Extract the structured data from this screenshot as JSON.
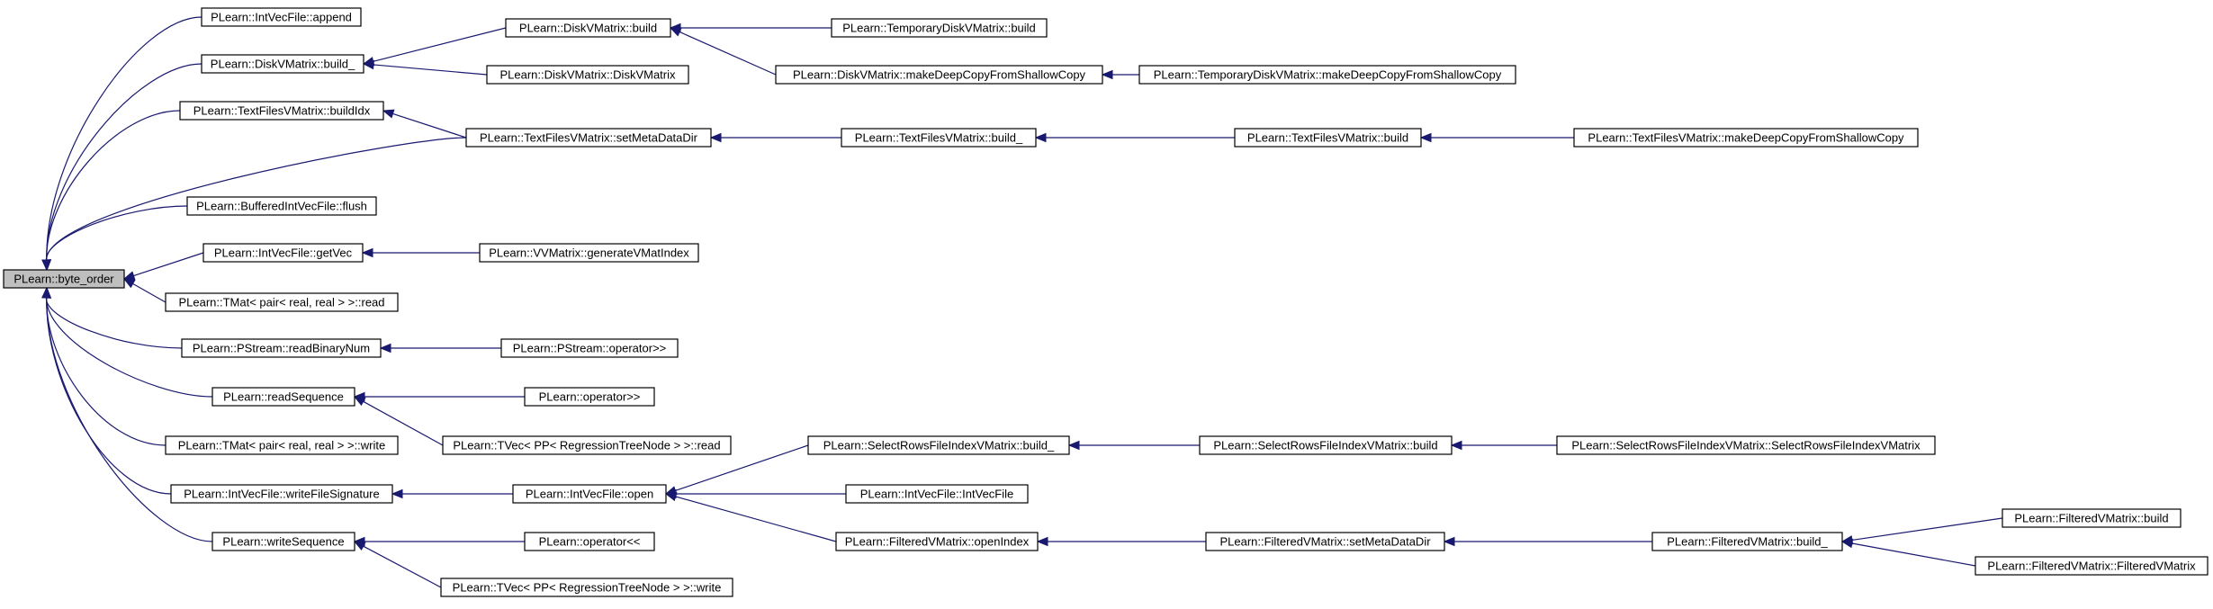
{
  "graph": {
    "nodes": [
      {
        "id": "root",
        "label": "PLearn::byte_order",
        "root": true
      },
      {
        "id": "n1",
        "label": "PLearn::IntVecFile::append"
      },
      {
        "id": "n2",
        "label": "PLearn::DiskVMatrix::build_"
      },
      {
        "id": "n3",
        "label": "PLearn::TextFilesVMatrix::buildIdx"
      },
      {
        "id": "n4",
        "label": "PLearn::BufferedIntVecFile::flush"
      },
      {
        "id": "n5",
        "label": "PLearn::IntVecFile::getVec"
      },
      {
        "id": "n6",
        "label": "PLearn::TMat< pair< real, real > >::read"
      },
      {
        "id": "n7",
        "label": "PLearn::PStream::readBinaryNum"
      },
      {
        "id": "n8",
        "label": "PLearn::readSequence"
      },
      {
        "id": "n9",
        "label": "PLearn::TMat< pair< real, real > >::write"
      },
      {
        "id": "n10",
        "label": "PLearn::IntVecFile::writeFileSignature"
      },
      {
        "id": "n11",
        "label": "PLearn::writeSequence"
      },
      {
        "id": "n12",
        "label": "PLearn::DiskVMatrix::build"
      },
      {
        "id": "n13",
        "label": "PLearn::DiskVMatrix::DiskVMatrix"
      },
      {
        "id": "n14",
        "label": "PLearn::TextFilesVMatrix::setMetaDataDir"
      },
      {
        "id": "n15",
        "label": "PLearn::VVMatrix::generateVMatIndex"
      },
      {
        "id": "n16",
        "label": "PLearn::PStream::operator>>"
      },
      {
        "id": "n17",
        "label": "PLearn::operator>>"
      },
      {
        "id": "n18",
        "label": "PLearn::TVec< PP< RegressionTreeNode > >::read"
      },
      {
        "id": "n19",
        "label": "PLearn::IntVecFile::open"
      },
      {
        "id": "n20",
        "label": "PLearn::operator<<"
      },
      {
        "id": "n21",
        "label": "PLearn::TVec< PP< RegressionTreeNode > >::write"
      },
      {
        "id": "n22",
        "label": "PLearn::TemporaryDiskVMatrix::build"
      },
      {
        "id": "n23",
        "label": "PLearn::DiskVMatrix::makeDeepCopyFromShallowCopy"
      },
      {
        "id": "n24",
        "label": "PLearn::TextFilesVMatrix::build_"
      },
      {
        "id": "n25",
        "label": "PLearn::SelectRowsFileIndexVMatrix::build_"
      },
      {
        "id": "n26",
        "label": "PLearn::IntVecFile::IntVecFile"
      },
      {
        "id": "n27",
        "label": "PLearn::FilteredVMatrix::openIndex"
      },
      {
        "id": "n28",
        "label": "PLearn::TemporaryDiskVMatrix::makeDeepCopyFromShallowCopy"
      },
      {
        "id": "n29",
        "label": "PLearn::TextFilesVMatrix::build"
      },
      {
        "id": "n30",
        "label": "PLearn::SelectRowsFileIndexVMatrix::build"
      },
      {
        "id": "n31",
        "label": "PLearn::FilteredVMatrix::setMetaDataDir"
      },
      {
        "id": "n32",
        "label": "PLearn::TextFilesVMatrix::makeDeepCopyFromShallowCopy"
      },
      {
        "id": "n33",
        "label": "PLearn::SelectRowsFileIndexVMatrix::SelectRowsFileIndexVMatrix"
      },
      {
        "id": "n34",
        "label": "PLearn::FilteredVMatrix::build_"
      },
      {
        "id": "n35",
        "label": "PLearn::FilteredVMatrix::build"
      },
      {
        "id": "n36",
        "label": "PLearn::FilteredVMatrix::FilteredVMatrix"
      }
    ],
    "edges": [
      [
        "n1",
        "root"
      ],
      [
        "n2",
        "root"
      ],
      [
        "n3",
        "root"
      ],
      [
        "n14",
        "root"
      ],
      [
        "n4",
        "root"
      ],
      [
        "n5",
        "root"
      ],
      [
        "n6",
        "root"
      ],
      [
        "n7",
        "root"
      ],
      [
        "n8",
        "root"
      ],
      [
        "n9",
        "root"
      ],
      [
        "n10",
        "root"
      ],
      [
        "n11",
        "root"
      ],
      [
        "n12",
        "n2"
      ],
      [
        "n13",
        "n2"
      ],
      [
        "n14",
        "n3"
      ],
      [
        "n15",
        "n5"
      ],
      [
        "n16",
        "n7"
      ],
      [
        "n17",
        "n8"
      ],
      [
        "n18",
        "n8"
      ],
      [
        "n19",
        "n10"
      ],
      [
        "n20",
        "n11"
      ],
      [
        "n21",
        "n11"
      ],
      [
        "n22",
        "n12"
      ],
      [
        "n23",
        "n12"
      ],
      [
        "n24",
        "n14"
      ],
      [
        "n25",
        "n19"
      ],
      [
        "n26",
        "n19"
      ],
      [
        "n27",
        "n19"
      ],
      [
        "n28",
        "n23"
      ],
      [
        "n29",
        "n24"
      ],
      [
        "n30",
        "n25"
      ],
      [
        "n31",
        "n27"
      ],
      [
        "n32",
        "n29"
      ],
      [
        "n33",
        "n30"
      ],
      [
        "n34",
        "n31"
      ],
      [
        "n35",
        "n34"
      ],
      [
        "n36",
        "n34"
      ]
    ]
  }
}
